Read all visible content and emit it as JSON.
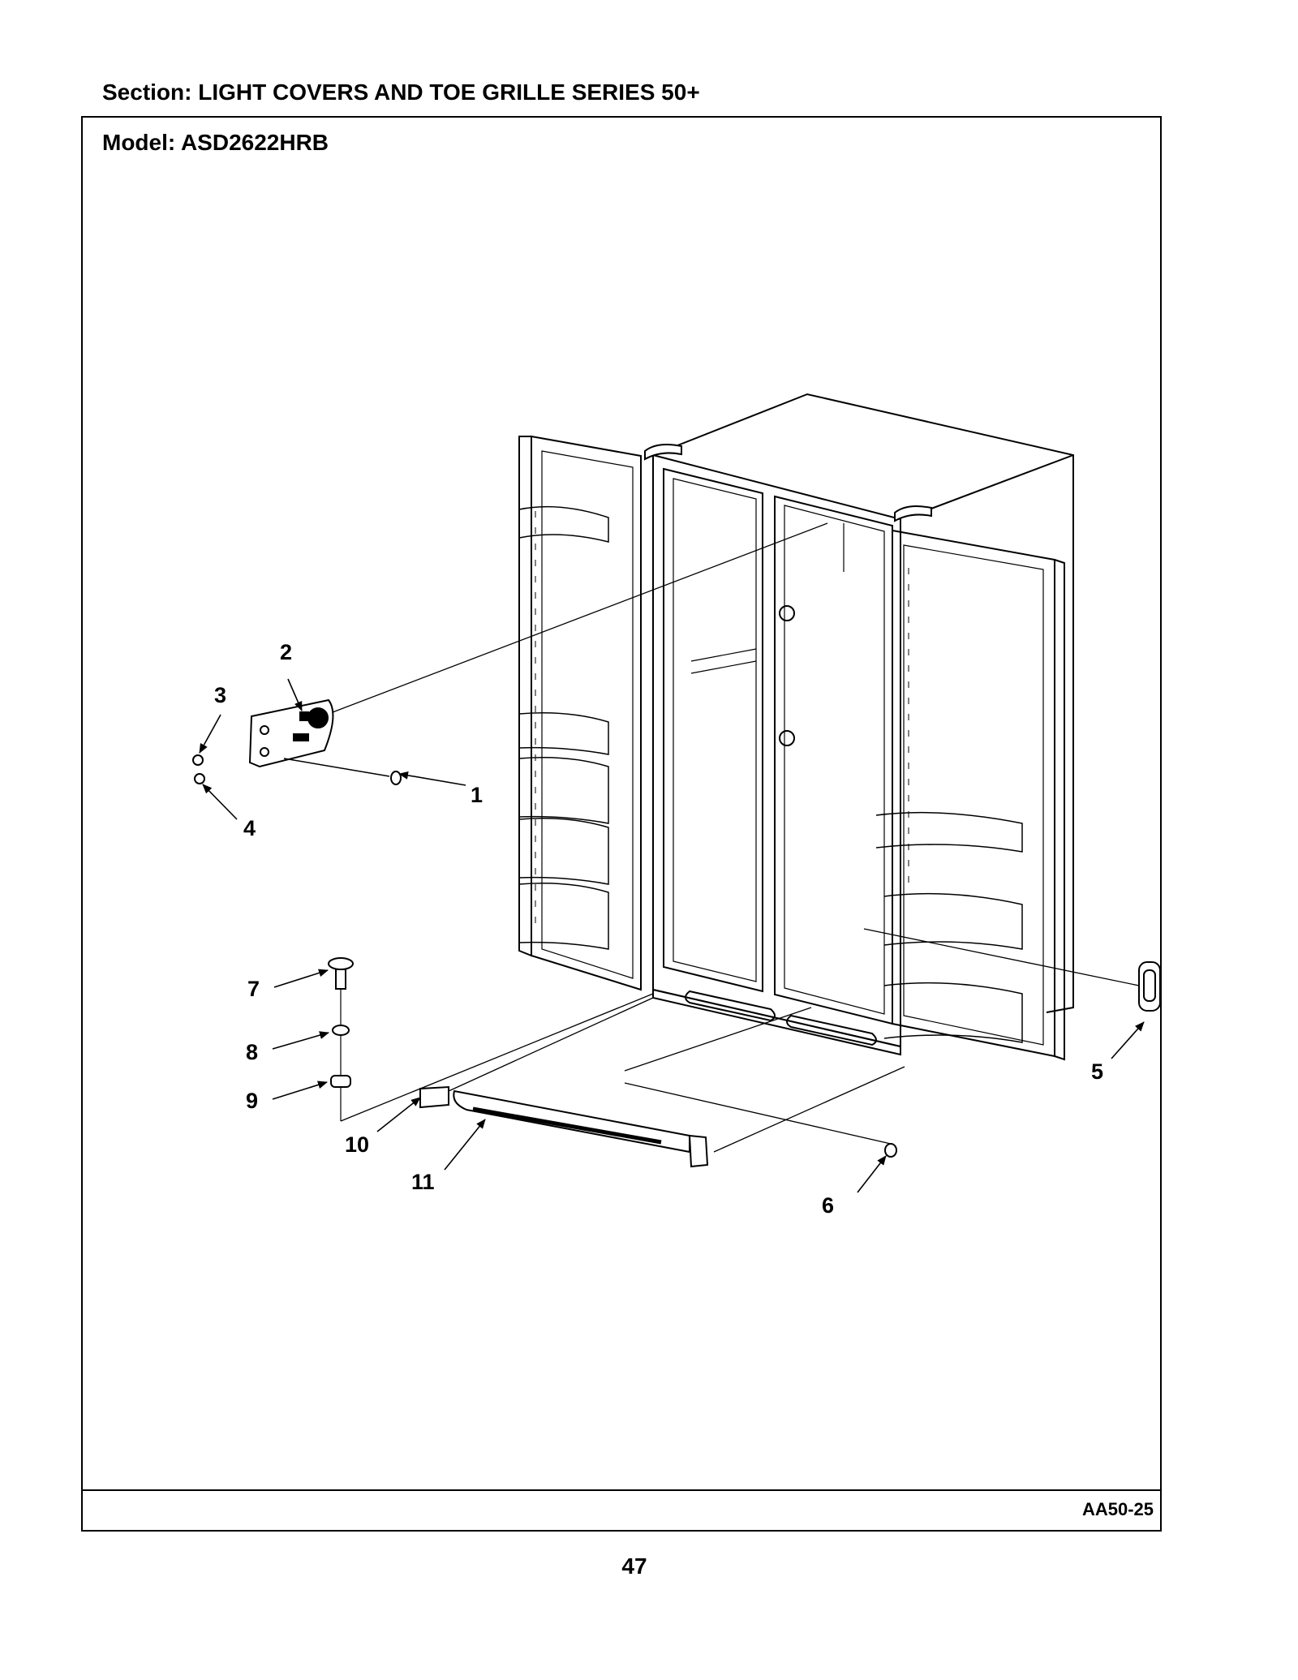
{
  "section": "Section:  LIGHT COVERS AND TOE GRILLE SERIES 50+",
  "model": "Model:  ASD2622HRB",
  "figure_id": "AA50-25",
  "page_number": "47",
  "callouts": {
    "c1": "1",
    "c2": "2",
    "c3": "3",
    "c4": "4",
    "c5": "5",
    "c6": "6",
    "c7": "7",
    "c8": "8",
    "c9": "9",
    "c10": "10",
    "c11": "11"
  }
}
